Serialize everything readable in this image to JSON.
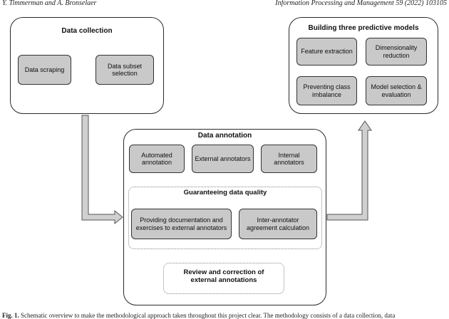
{
  "header": {
    "authors": "Y. Timmerman and A. Bronselaer",
    "journal": "Information Processing and Management 59 (2022) 103105"
  },
  "diagram": {
    "data_collection": {
      "title": "Data collection",
      "steps": [
        "Data scraping",
        "Data subset selection"
      ]
    },
    "predictive_models": {
      "title": "Building three predictive models",
      "steps": [
        "Feature extraction",
        "Dimensionality reduction",
        "Preventing class imbalance",
        "Model selection & evaluation"
      ]
    },
    "data_annotation": {
      "title": "Data annotation",
      "annotators": [
        "Automated annotation",
        "External annotators",
        "Internal annotators"
      ],
      "quality": {
        "title": "Guaranteeing data quality",
        "steps": [
          "Providing documentation and exercises to external annotators",
          "Inter-annotator agreement calculation"
        ]
      },
      "review": "Review and correction of external annotations"
    }
  },
  "caption": {
    "label": "Fig. 1.",
    "text": "Schematic overview to make the methodological approach taken throughout this project clear. The methodology consists of a data collection, data"
  }
}
